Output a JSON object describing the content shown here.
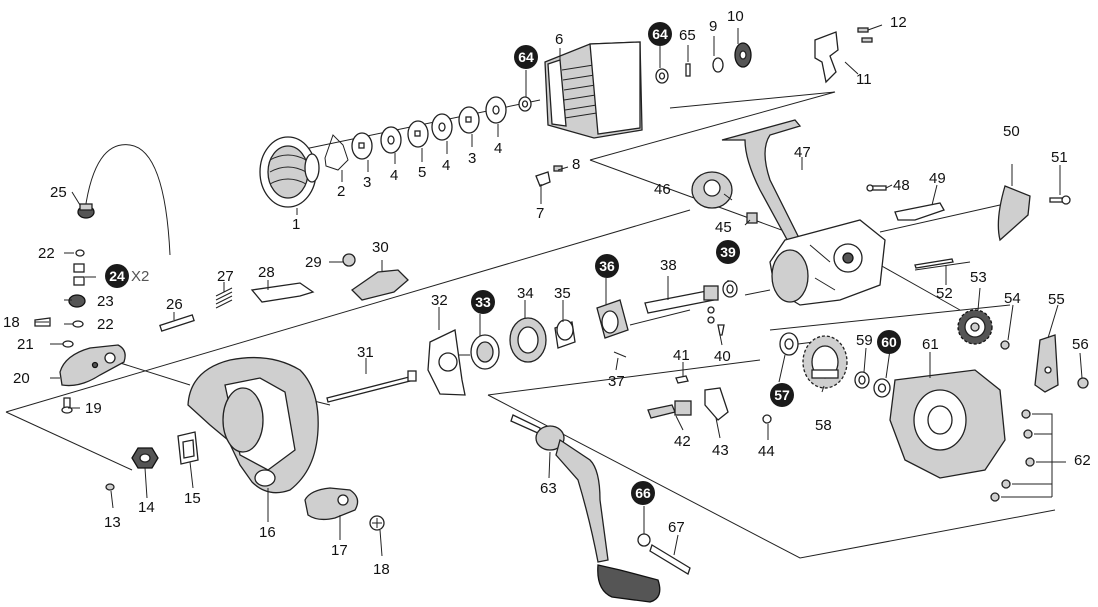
{
  "labels": {
    "p1": "1",
    "p2": "2",
    "p3a": "3",
    "p4a": "4",
    "p5": "5",
    "p4b": "4",
    "p3b": "3",
    "p4c": "4",
    "p6": "6",
    "p7": "7",
    "p8": "8",
    "p9": "9",
    "p10": "10",
    "p11": "11",
    "p12": "12",
    "p13": "13",
    "p14": "14",
    "p15": "15",
    "p16": "16",
    "p17": "17",
    "p18a": "18",
    "p18b": "18",
    "p19": "19",
    "p20": "20",
    "p21": "21",
    "p22a": "22",
    "p22b": "22",
    "p23": "23",
    "p25": "25",
    "p26": "26",
    "p27": "27",
    "p28": "28",
    "p29": "29",
    "p30": "30",
    "p31": "31",
    "p32": "32",
    "p34": "34",
    "p35": "35",
    "p37": "37",
    "p38": "38",
    "p40": "40",
    "p41": "41",
    "p42": "42",
    "p43": "43",
    "p44": "44",
    "p45": "45",
    "p46": "46",
    "p47": "47",
    "p48": "48",
    "p49": "49",
    "p50": "50",
    "p51": "51",
    "p52": "52",
    "p53": "53",
    "p54": "54",
    "p55": "55",
    "p56": "56",
    "p58": "58",
    "p59": "59",
    "p61": "61",
    "p62": "62",
    "p63": "63",
    "p67": "67",
    "x2": "X2"
  },
  "badges": {
    "b64a": "64",
    "b64b": "64",
    "b24": "24",
    "b33": "33",
    "b36": "36",
    "b39": "39",
    "b57": "57",
    "b60": "60",
    "b66": "66"
  },
  "colors": {
    "ink": "#111111",
    "badge": "#1a1a1a",
    "badge_text": "#ffffff",
    "grey": "#cfcfcf"
  }
}
